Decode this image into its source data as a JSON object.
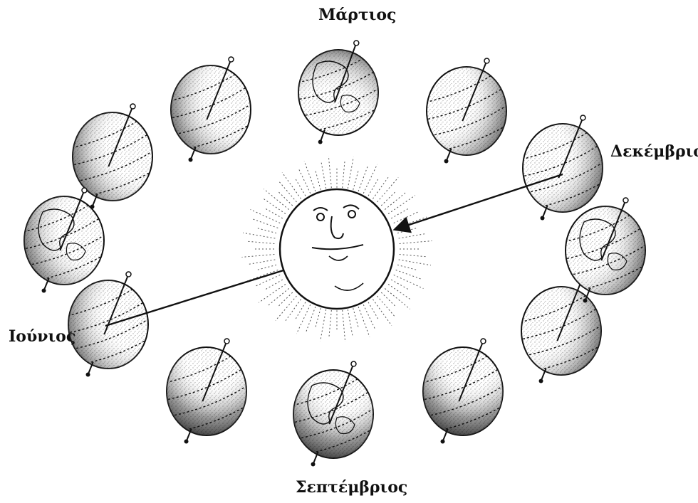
{
  "diagram": {
    "months": {
      "march": "Μάρτιος",
      "december": "Δεκέμβριος",
      "june": "Ιούνιος",
      "september": "Σεπτέμβριος"
    },
    "colors": {
      "ink": "#111111",
      "paper": "#ffffff"
    },
    "icons": {
      "sun": "sun-face-icon",
      "earth": "earth-globe-icon"
    }
  }
}
